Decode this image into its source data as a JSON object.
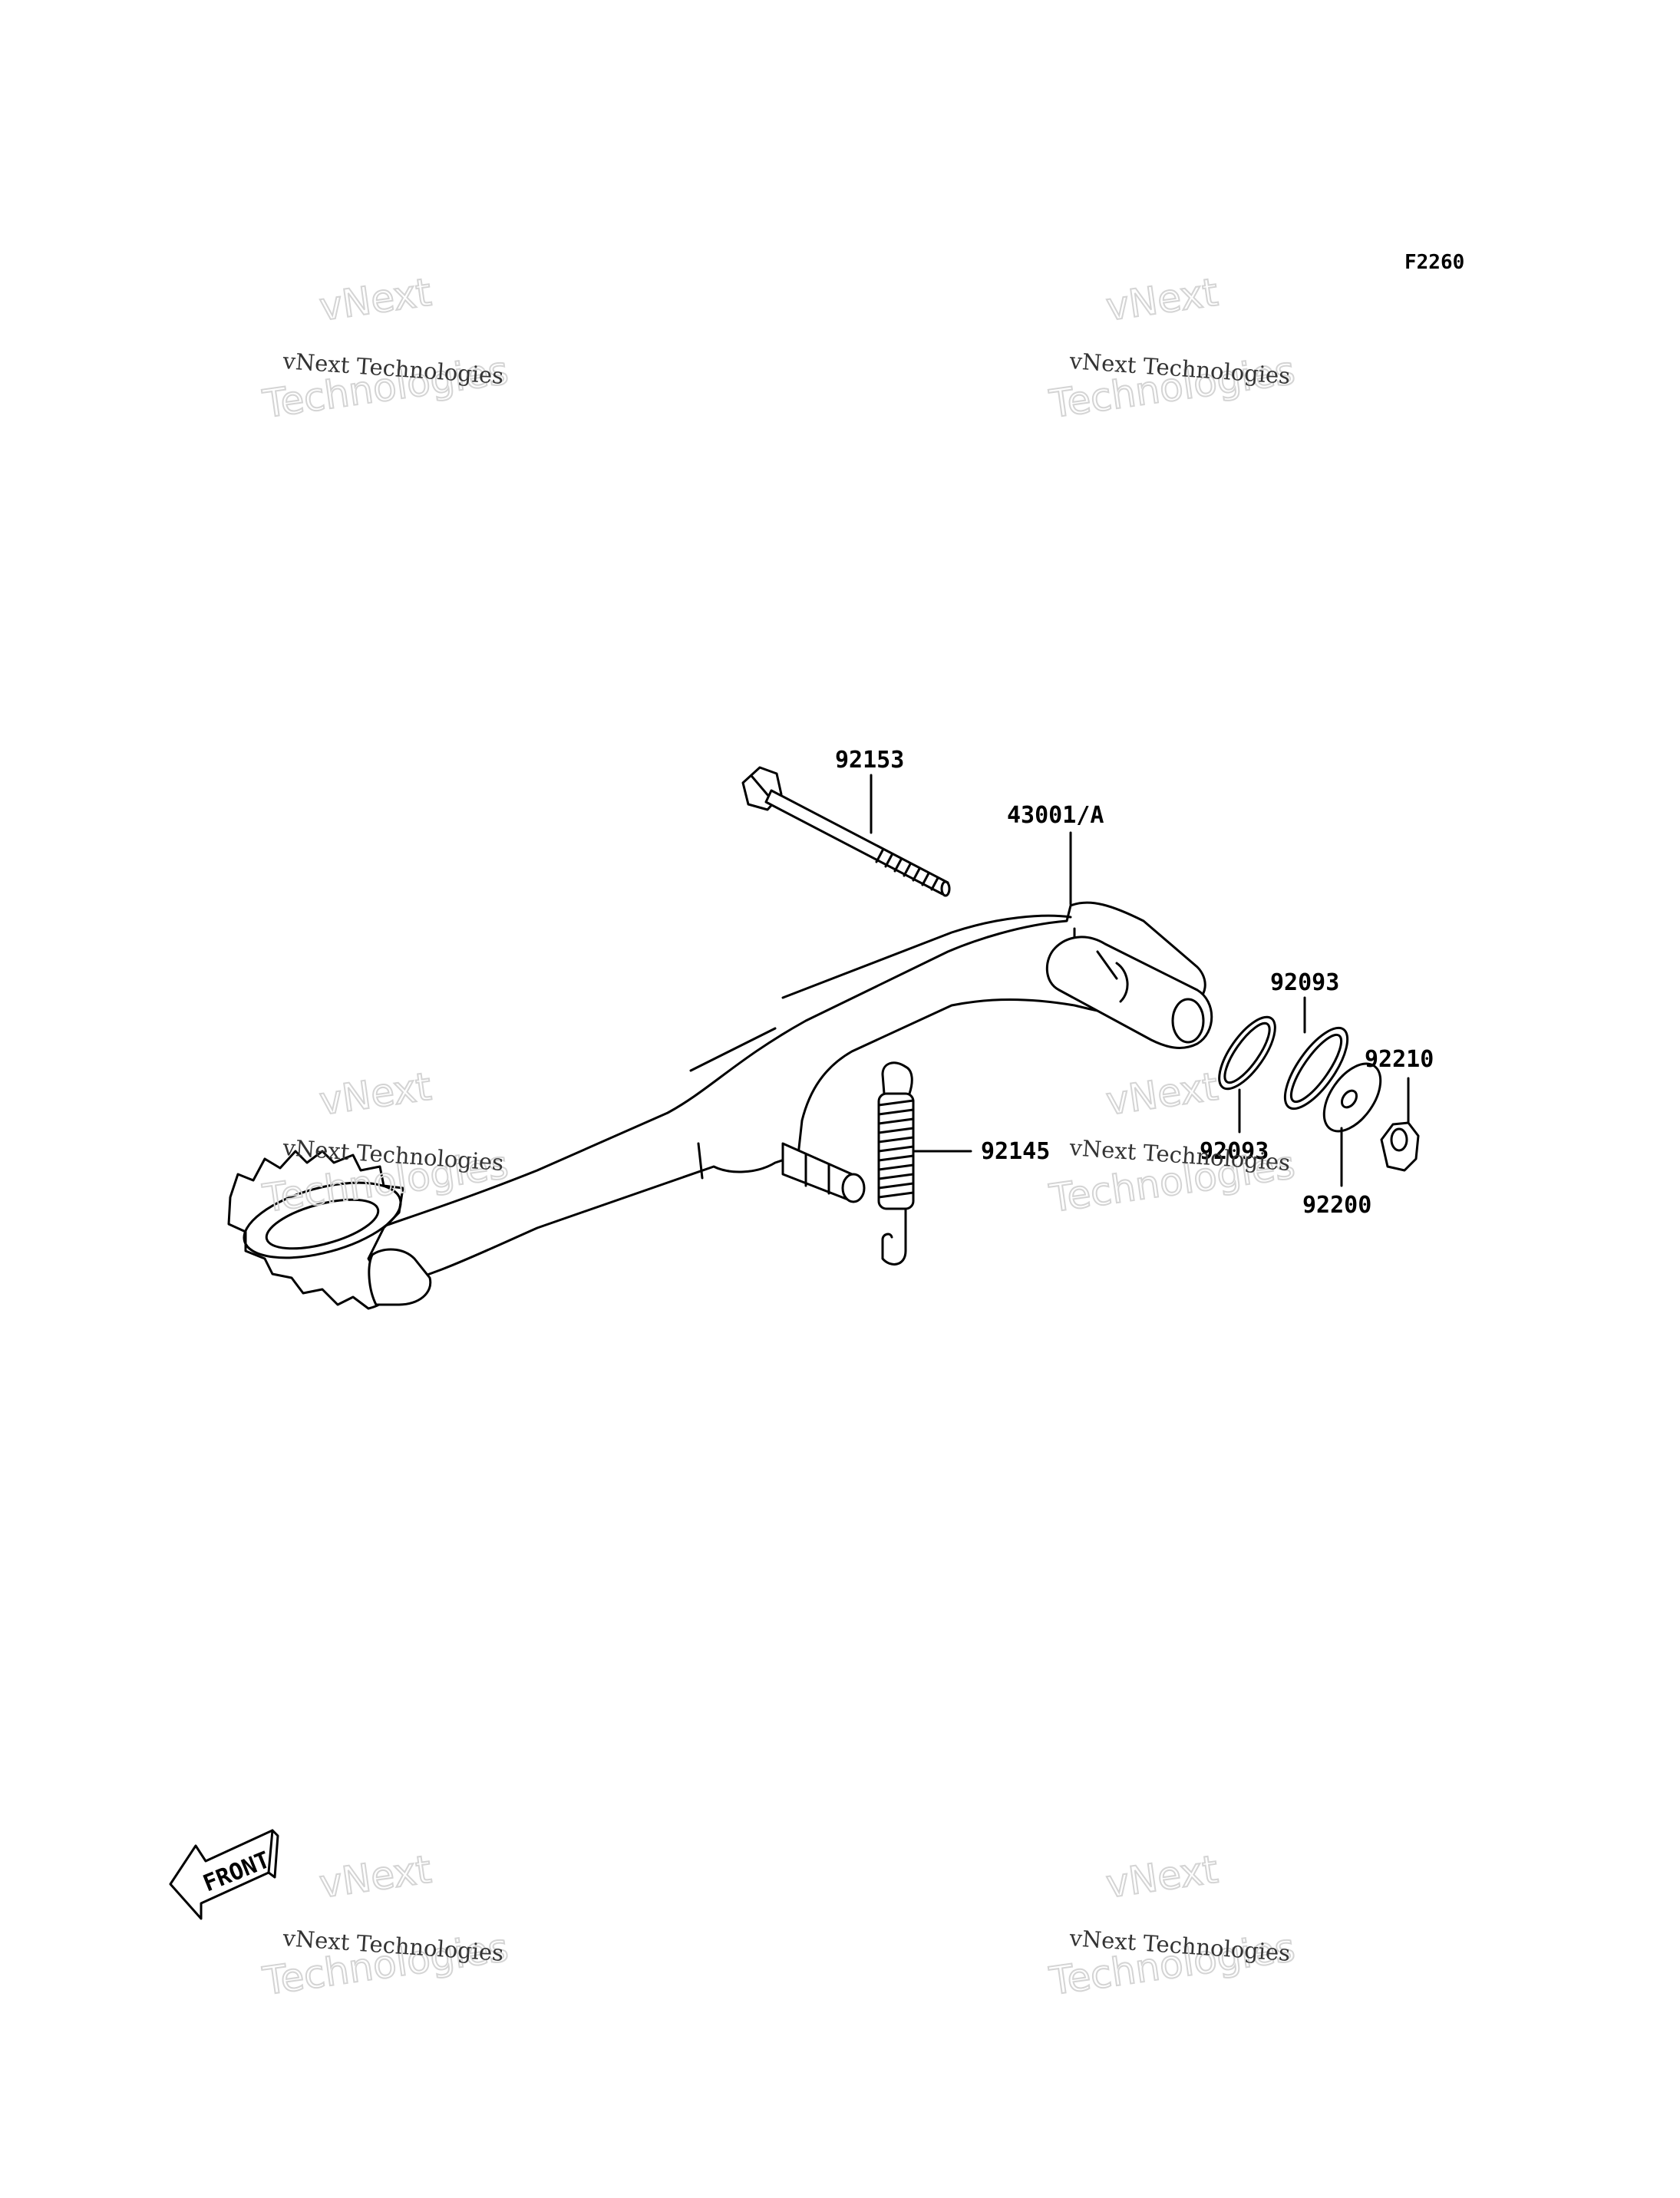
{
  "diagram": {
    "figure_code": "F2260",
    "front_label": "FRONT",
    "part_labels": {
      "bolt": "92153",
      "pedal": "43001/A",
      "oring_outer": "92093",
      "oring_inner": "92093",
      "nut": "92210",
      "spring": "92145",
      "washer": "92200"
    }
  },
  "watermark": {
    "line1": "vNext",
    "line2": "vNext Technologies",
    "line3": "Technologies"
  }
}
